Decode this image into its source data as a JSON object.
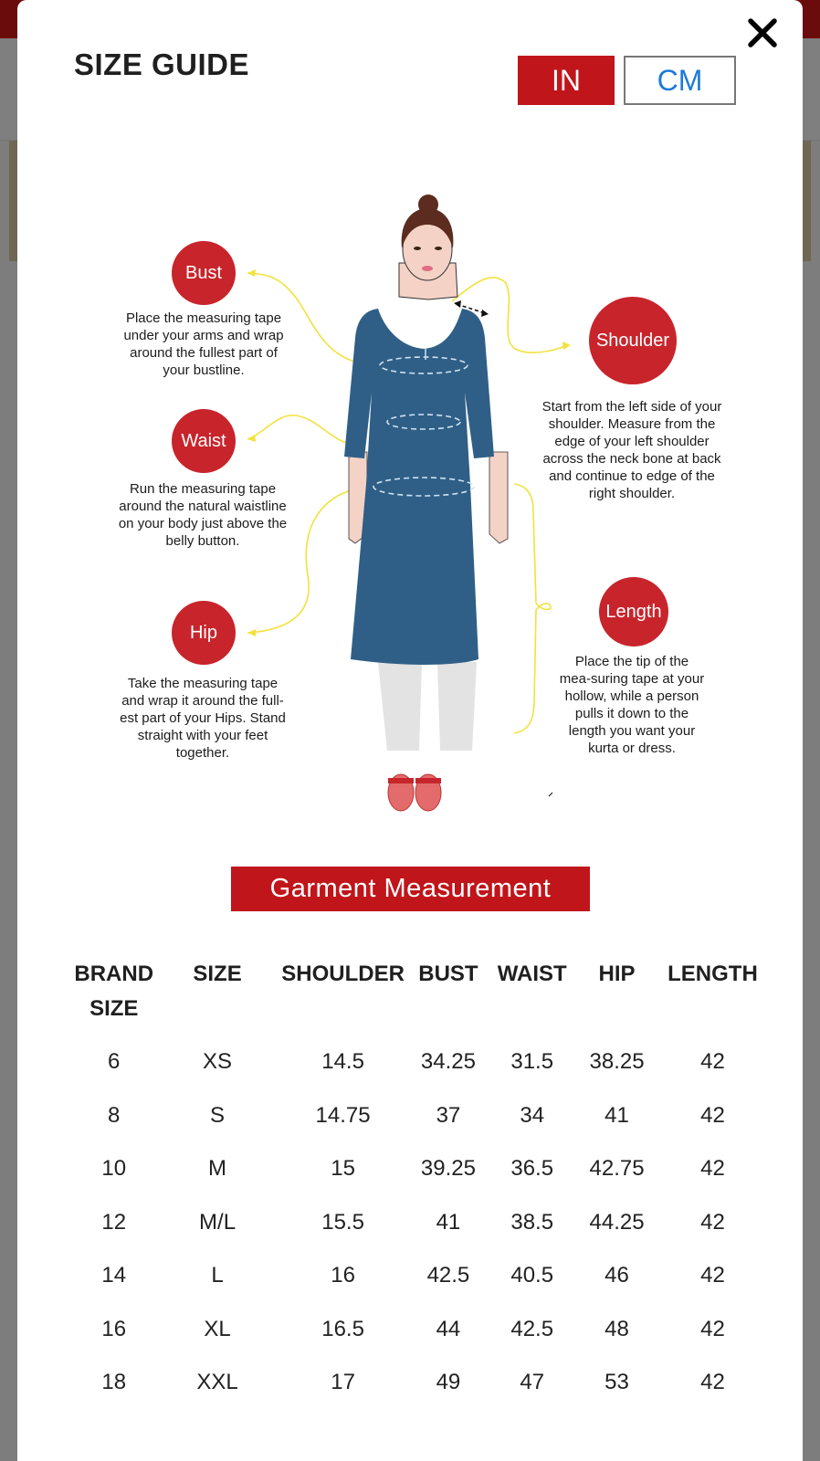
{
  "modal": {
    "title": "SIZE GUIDE",
    "close_icon": "close-icon",
    "unit_toggle": {
      "options": [
        {
          "label": "IN",
          "active": true
        },
        {
          "label": "CM",
          "active": false
        }
      ]
    }
  },
  "colors": {
    "accent_red": "#c0151a",
    "bubble_red": "#c8242b",
    "cm_blue": "#1e7ad9",
    "garment_blue": "#2f5f86",
    "connector_yellow": "#f2e23c"
  },
  "guide": {
    "bust": {
      "label": "Bust",
      "description": "Place the measuring tape under your arms and wrap around the fullest part of your bustline."
    },
    "waist": {
      "label": "Waist",
      "description": "Run the measuring tape around the natural waistline on your body just above the belly button."
    },
    "hip": {
      "label": "Hip",
      "description": "Take the measuring tape and wrap it around the full-est part of your Hips. Stand straight with your feet together."
    },
    "shoulder": {
      "label": "Shoulder",
      "description": "Start from the left side of your shoulder. Measure from the edge of your left shoulder across the neck bone at back and continue to edge of the right shoulder."
    },
    "length": {
      "label": "Length",
      "description": "Place the tip of the mea-suring tape at your hollow, while a person pulls it down to the length you want your kurta or dress."
    }
  },
  "section": {
    "title": "Garment Measurement"
  },
  "table": {
    "headers": [
      "BRAND SIZE",
      "SIZE",
      "SHOULDER",
      "BUST",
      "WAIST",
      "HIP",
      "LENGTH"
    ],
    "rows": [
      [
        "6",
        "XS",
        "14.5",
        "34.25",
        "31.5",
        "38.25",
        "42"
      ],
      [
        "8",
        "S",
        "14.75",
        "37",
        "34",
        "41",
        "42"
      ],
      [
        "10",
        "M",
        "15",
        "39.25",
        "36.5",
        "42.75",
        "42"
      ],
      [
        "12",
        "M/L",
        "15.5",
        "41",
        "38.5",
        "44.25",
        "42"
      ],
      [
        "14",
        "L",
        "16",
        "42.5",
        "40.5",
        "46",
        "42"
      ],
      [
        "16",
        "XL",
        "16.5",
        "44",
        "42.5",
        "48",
        "42"
      ],
      [
        "18",
        "XXL",
        "17",
        "49",
        "47",
        "53",
        "42"
      ]
    ]
  }
}
